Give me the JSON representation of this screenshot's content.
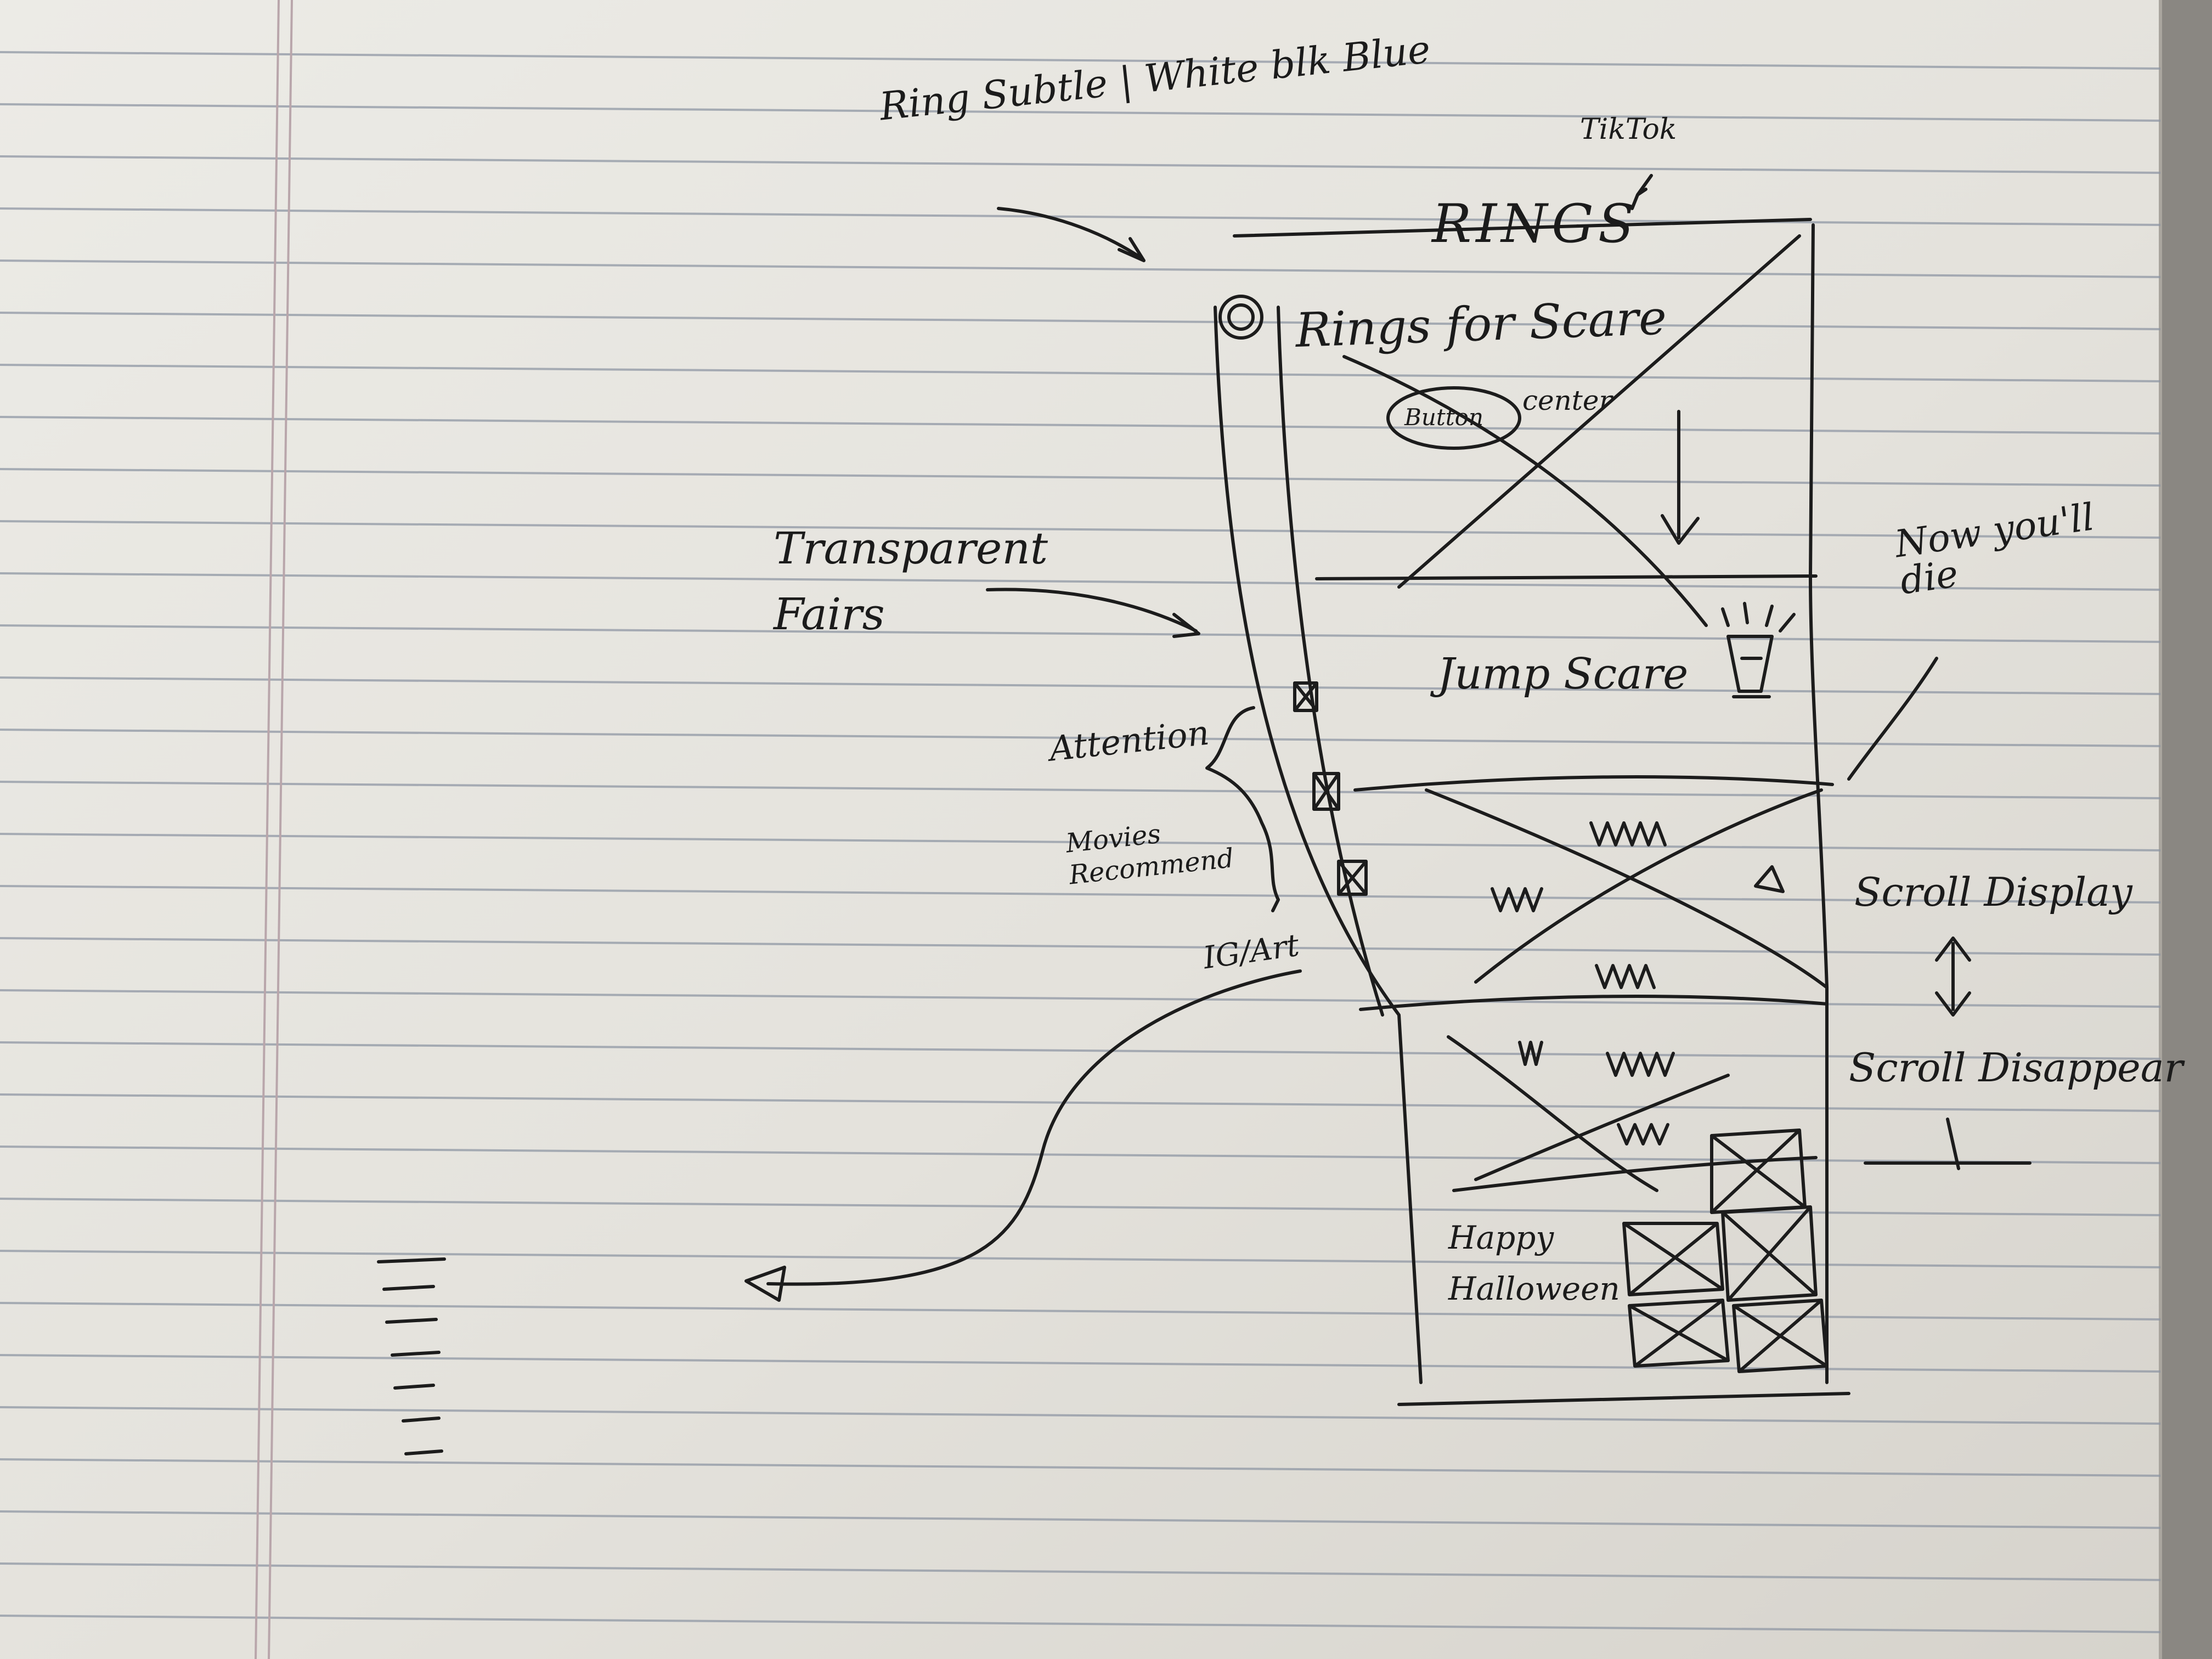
{
  "sketch": {
    "title": "RINGS",
    "tiktok_note": "TikTok",
    "subtitle_note": "Ring Subtle | White blk Blue",
    "hero_heading": "Rings for Scare",
    "hero_button": "Button",
    "hero_button_note": "center",
    "jump_scare": "Jump Scare",
    "die_note": "Now you'll die",
    "transparent_note": "Transparent Fairs",
    "sidebar_notes": {
      "attention": "Attention",
      "movies": "Movies Recommend",
      "ig_art": "IG/Art"
    },
    "scroll_display": "Scroll Display",
    "scroll_disappear": "Scroll Disappear",
    "happy": "Happy Halloween"
  }
}
